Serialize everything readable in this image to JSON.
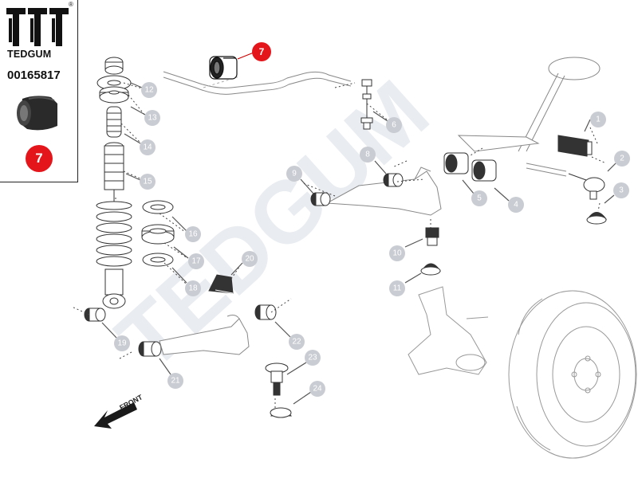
{
  "brand": {
    "name": "TEDGUM",
    "registered": "®"
  },
  "product": {
    "part_number": "00165817",
    "highlight_position": "7"
  },
  "watermark": "TEDGUM",
  "direction_label": "FRONT",
  "highlight_color": "#e4161b",
  "callout_color": "#c9ccd2",
  "callouts": [
    "1",
    "2",
    "3",
    "4",
    "5",
    "6",
    "7",
    "8",
    "9",
    "10",
    "11",
    "12",
    "13",
    "14",
    "15",
    "16",
    "17",
    "18",
    "19",
    "20",
    "21",
    "22",
    "23",
    "24"
  ],
  "icons": [
    "tedgum-logo-icon",
    "bushing-product-icon",
    "front-arrow-icon"
  ]
}
